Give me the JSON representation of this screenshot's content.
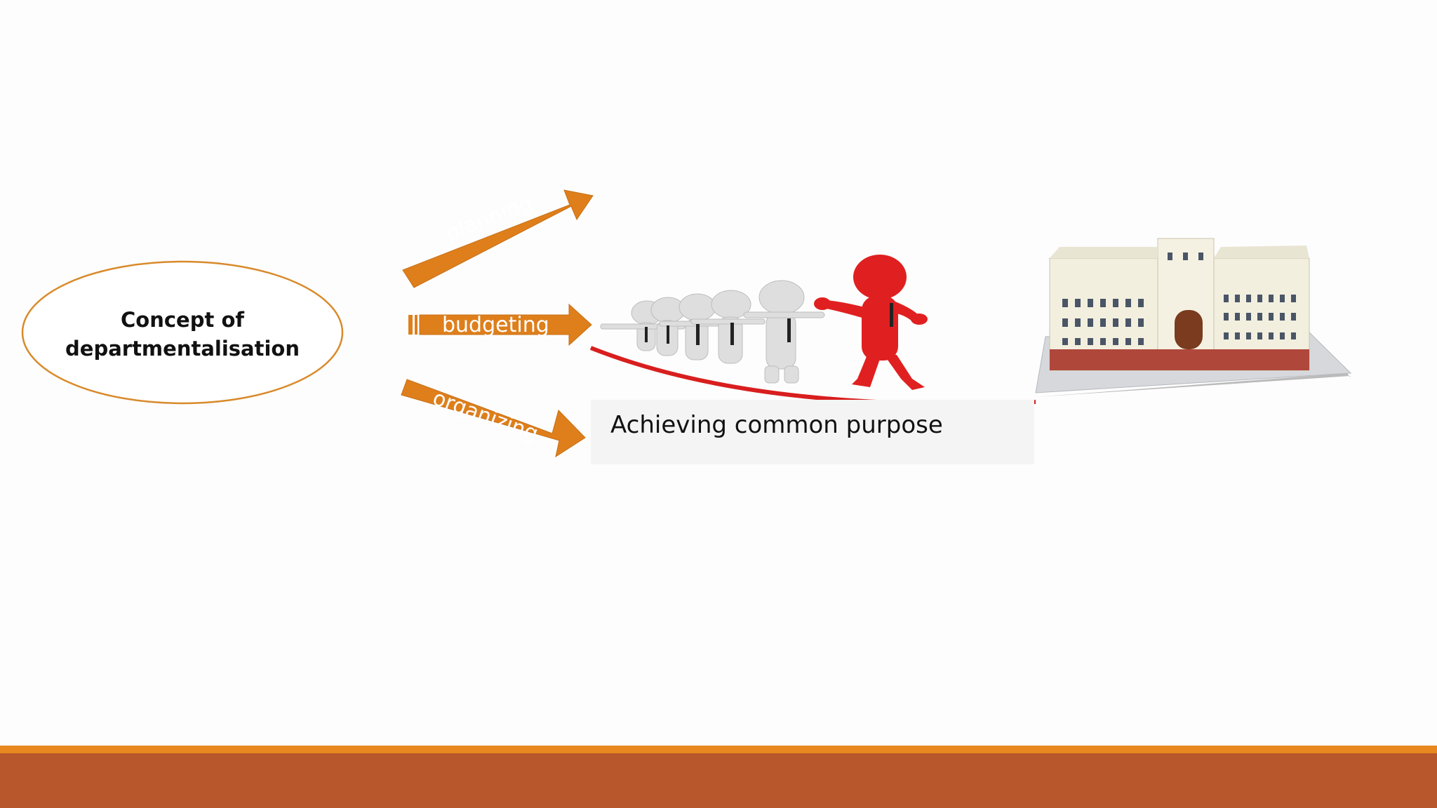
{
  "concept": {
    "line1": "Concept of",
    "line2": "departmentalisation"
  },
  "arrows": [
    {
      "label": "planning"
    },
    {
      "label": "budgeting"
    },
    {
      "label": "organizing"
    }
  ],
  "purpose": {
    "text": "Achieving common purpose"
  },
  "colors": {
    "arrow": "#de7f1c",
    "ellipse_stroke": "#d98a2b",
    "footer_thin": "#e8881f",
    "footer_thick": "#b8572b",
    "leader": "#e02020",
    "rope": "#d81e1e"
  },
  "illustrations": [
    "teamwork-tightrope-figures",
    "building"
  ]
}
